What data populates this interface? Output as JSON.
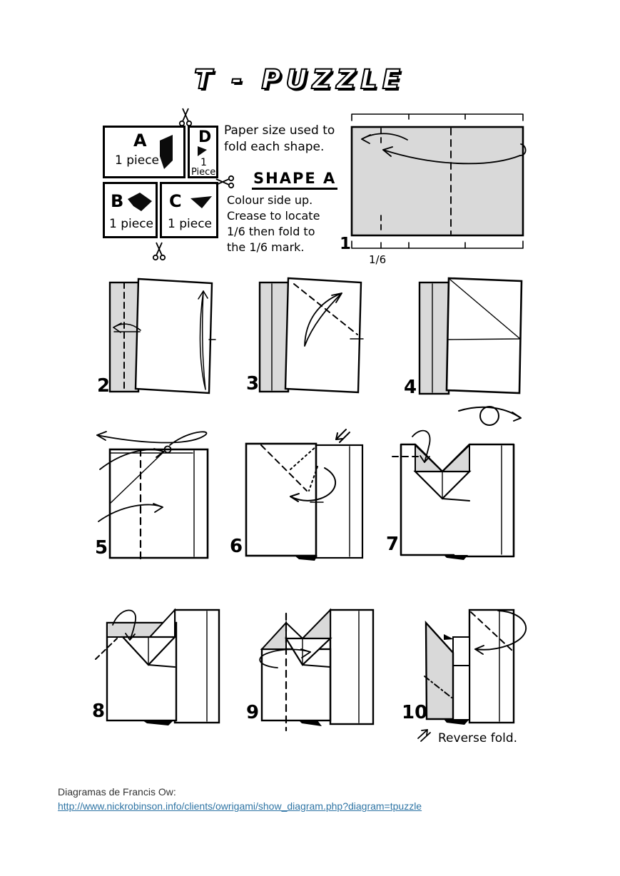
{
  "page": {
    "title": "T - PUZZLE"
  },
  "cut_layout": {
    "pieces": {
      "a": {
        "letter": "A",
        "count": "1 piece"
      },
      "b": {
        "letter": "B",
        "count": "1 piece"
      },
      "c": {
        "letter": "C",
        "count": "1 piece"
      },
      "d": {
        "letter": "D",
        "count_top": "1",
        "count_bottom": "Piece"
      }
    }
  },
  "intro": {
    "lines": [
      "Paper size used to",
      "fold each shape."
    ]
  },
  "shape_a": {
    "heading": "SHAPE A",
    "instructions": [
      "Colour side up.",
      "Crease to locate",
      "1/6 then fold to",
      "the 1/6 mark."
    ]
  },
  "steps": [
    "1",
    "2",
    "3",
    "4",
    "5",
    "6",
    "7",
    "8",
    "9",
    "10"
  ],
  "labels": {
    "one_sixth": "1/6",
    "reverse_fold": "Reverse fold."
  },
  "footer": {
    "credit": "Diagramas de Francis Ow:",
    "link_text": "http://www.nickrobinson.info/clients/owrigami/show_diagram.php?diagram=tpuzzle"
  },
  "colors": {
    "paper_gray": "#d9d9d9",
    "crease_gray": "#999999",
    "link_blue": "#2E74A4",
    "ink": "#000000"
  }
}
